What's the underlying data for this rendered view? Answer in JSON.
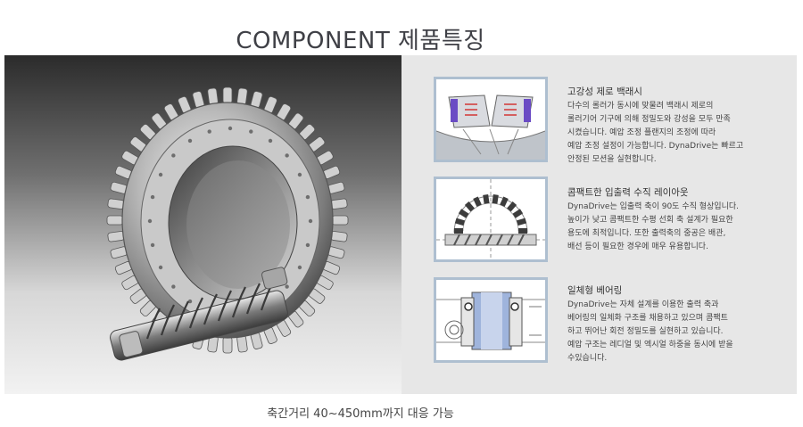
{
  "page": {
    "title": "COMPONENT 제품특징",
    "caption": "축간거리 40~450mm까지 대응 가능"
  },
  "features": [
    {
      "title": "고강성 제로 백래시",
      "desc": "다수의 롤러가 동시에 맞물려 백래시 제로의\n롤러기어 기구에 의해 정밀도와 강성을 모두 만족\n시켰습니다. 예압 조정 플랜지의 조정에 따라\n예압 조정 설정이 가능합니다. DynaDrive는 빠르고\n안정된 모션을 실현합니다.",
      "icon": "roller-preload-diagram-icon"
    },
    {
      "title": "콤팩트한 입출력 수직 레이아웃",
      "desc": "DynaDrive는 입출력 축이 90도 수직 형상입니다.\n높이가 낮고 콤팩트한 수평 선회 축 설계가 필요한\n용도에 최적입니다. 또한 출력축의 중공은 배관,\n배선 등이 필요한 경우에 매우 유용합니다.",
      "icon": "vertical-layout-diagram-icon"
    },
    {
      "title": "일체형 베어링",
      "desc": "DynaDrive는 자체 설계를 이용한 출력 축과\n베어링의 일체화 구조를 채용하고 있으며 콤팩트\n하고 뛰어난 회전 정밀도를 실현하고 있습니다.\n예압 구조는 레디얼 및 엑시얼 하중을 동시에 받을\n수있습니다.",
      "icon": "integrated-bearing-diagram-icon"
    }
  ],
  "colors": {
    "thumb_border": "#aebfd0",
    "panel_bg": "#e7e7e7",
    "title_text": "#3f4046",
    "accent_purple": "#6a4bc4",
    "accent_red": "#d24040",
    "accent_blue": "#9fb4dc"
  }
}
